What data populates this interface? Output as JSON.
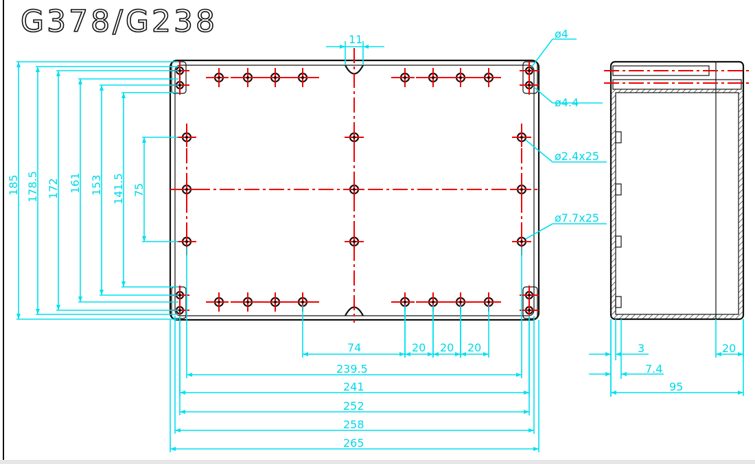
{
  "title": "G378/G238",
  "callouts": {
    "top_width": "11",
    "corner_hole": "ø4",
    "corner_hole2": "ø4.4",
    "small_hole": "ø2.4x25",
    "large_hole": "ø7.7x25"
  },
  "vertical_dims": [
    "185",
    "178.5",
    "172",
    "161",
    "153",
    "141.5",
    "75"
  ],
  "bottom_dims": {
    "spacing": [
      "74",
      "20",
      "20",
      "20"
    ],
    "widths": [
      "239.5",
      "241",
      "252",
      "258",
      "265"
    ]
  },
  "side_dims": {
    "wall": "3",
    "offset": "7.4",
    "lid": "20",
    "depth": "95"
  },
  "colors": {
    "dimension": "#00e0ee",
    "centerline": "#ee0000",
    "outline": "#111111"
  }
}
